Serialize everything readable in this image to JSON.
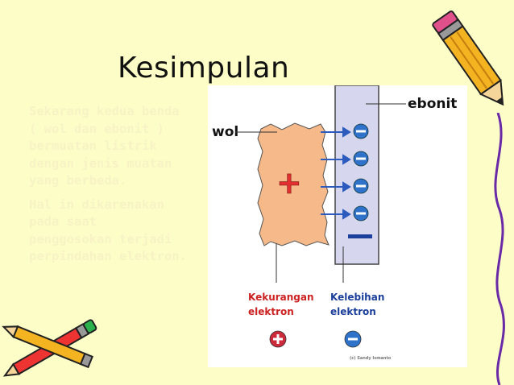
{
  "slide": {
    "title": "Kesimpulan",
    "paragraphs": [
      "Sekarang kedua benda\n( wol dan ebonit )\nbermuatan listrik\ndengan jenis muatan\nyang berbeda.",
      "Hal in dikarenakan\npada saat\npenggosokan terjadi\nperpindahan elektron."
    ]
  },
  "figure": {
    "label_wol": "wol",
    "label_ebonit": "ebonit",
    "plus_sign": "+",
    "minus_sign": "—",
    "electron_minus": "−",
    "legend_left": [
      "Kekurangan",
      "elektron"
    ],
    "legend_right": [
      "Kelebihan",
      "elektron"
    ],
    "credit": "(c) Sandy Ismanto"
  },
  "colors": {
    "background": "#fdfdc8",
    "body_text": "#f7f3c4",
    "wol_fill": "#f5b98a",
    "ebonit_fill": "#d6d6ee",
    "arrow": "#2c5bbd",
    "electron": "#2e73c9",
    "label_red": "#cc2222",
    "label_blue": "#1b3f9a"
  }
}
